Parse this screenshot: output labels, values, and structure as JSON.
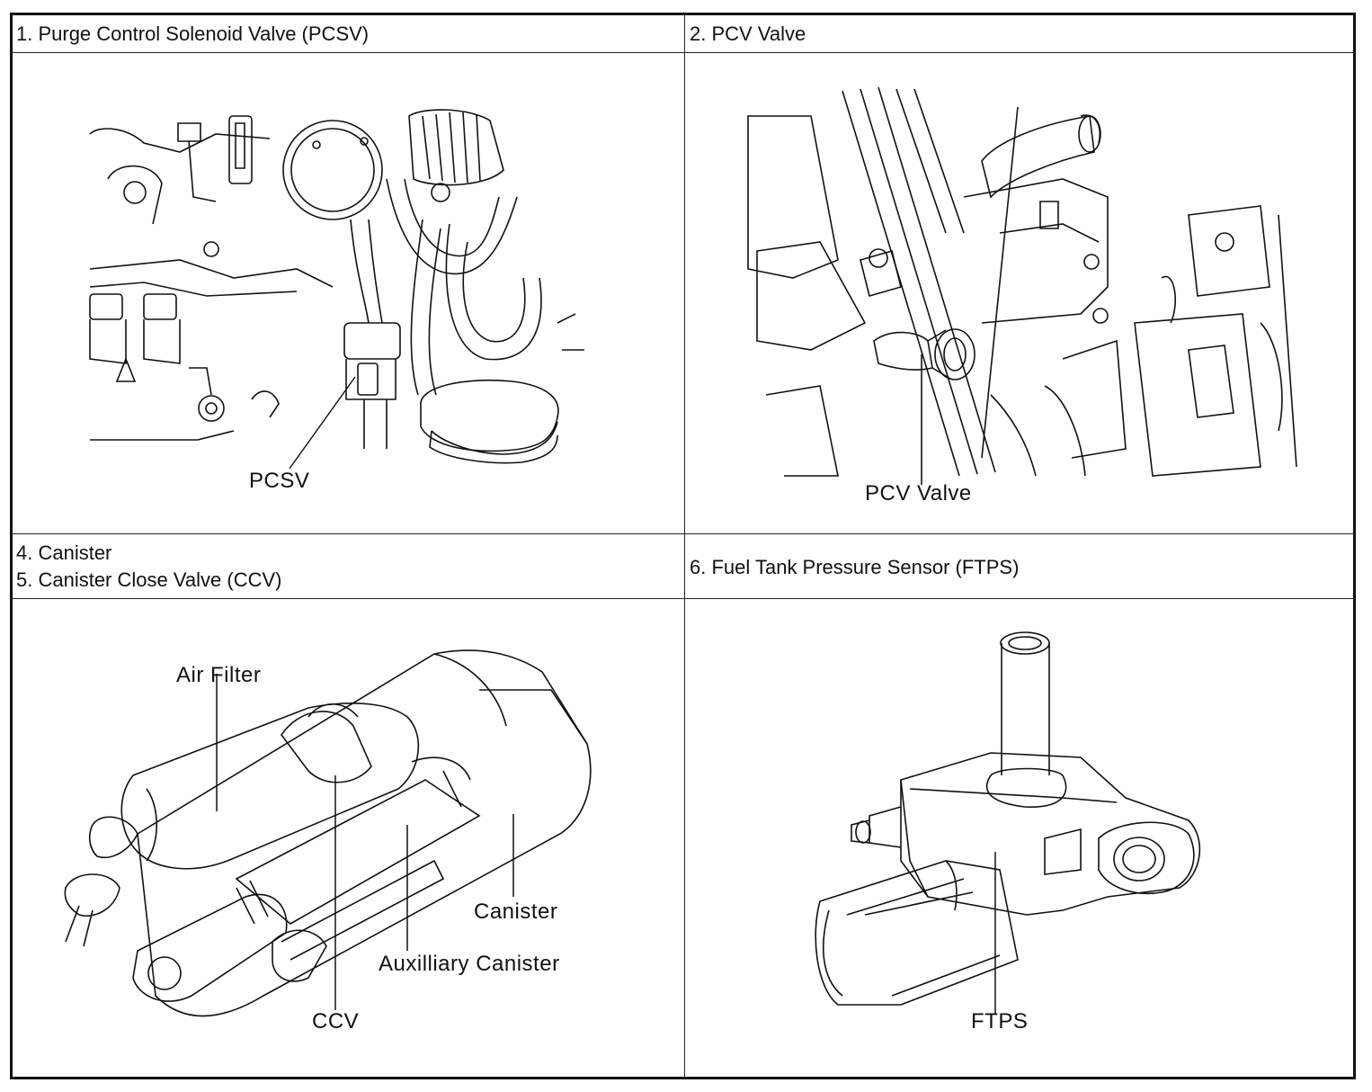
{
  "cells": {
    "pcsv": {
      "header": "1. Purge Control Solenoid Valve (PCSV)",
      "label": "PCSV"
    },
    "pcv": {
      "header": "2. PCV Valve",
      "label": "PCV Valve"
    },
    "canister": {
      "header_line1": "4. Canister",
      "header_line2": "5. Canister Close Valve (CCV)",
      "labels": {
        "air_filter": "Air Filter",
        "canister": "Canister",
        "auxiliary_canister": "Auxilliary Canister",
        "ccv": "CCV"
      }
    },
    "ftps": {
      "header": "6. Fuel Tank Pressure Sensor (FTPS)",
      "label": "FTPS"
    }
  },
  "colors": {
    "line": "#111111",
    "background": "#ffffff"
  }
}
